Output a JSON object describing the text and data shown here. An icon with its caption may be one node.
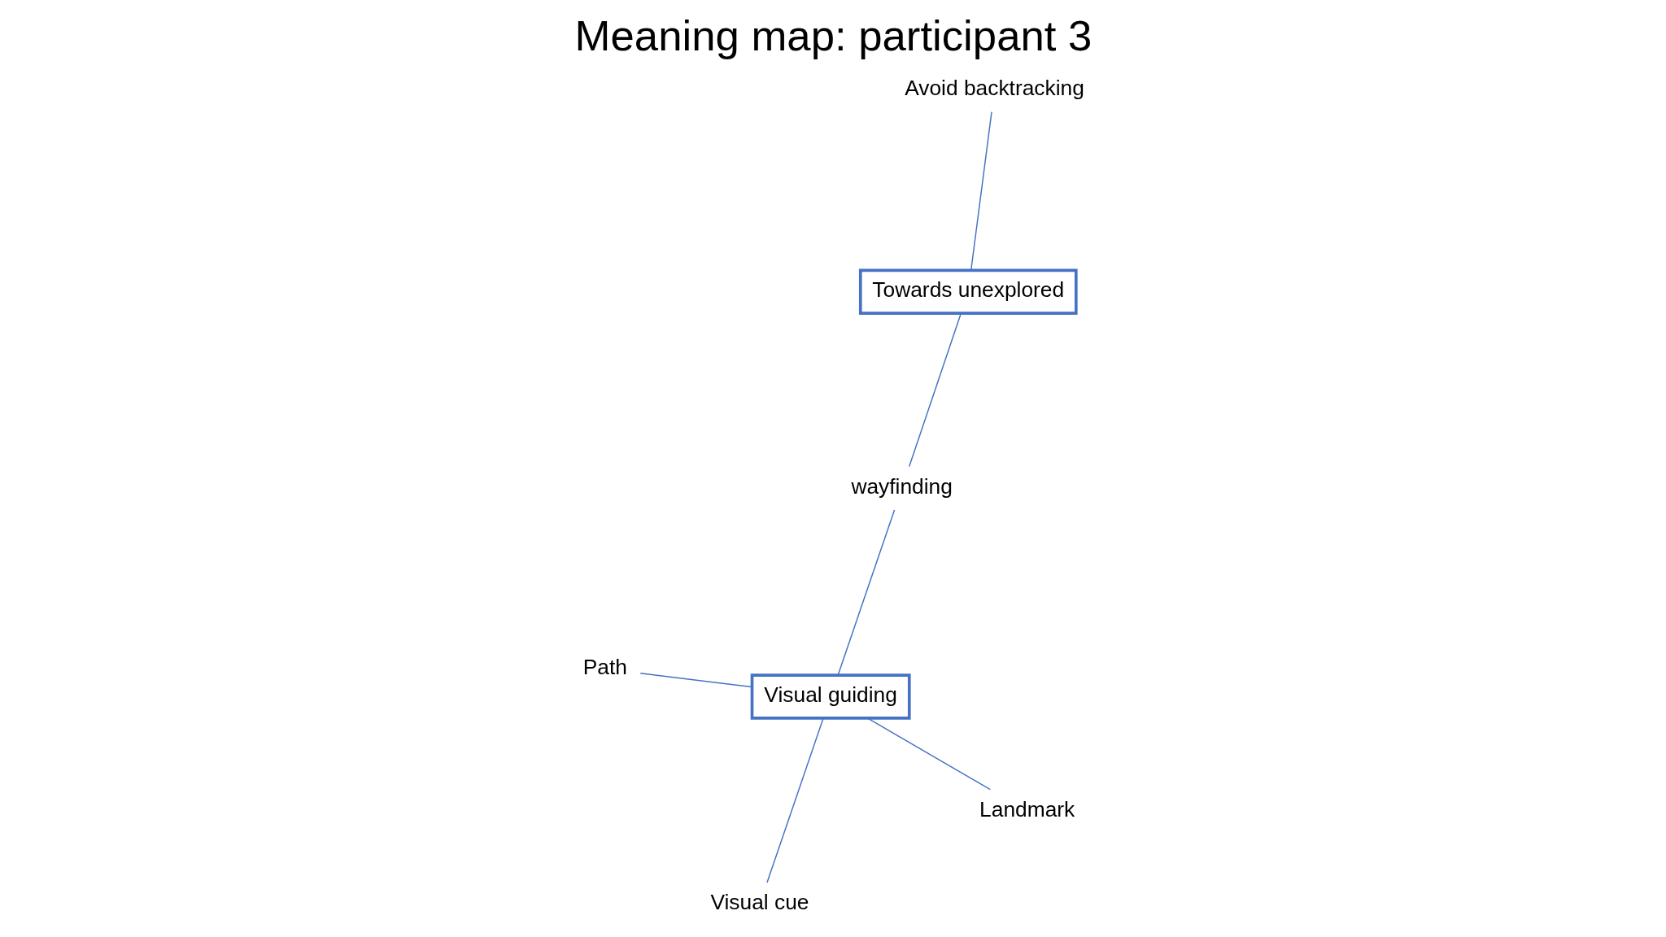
{
  "diagram": {
    "title": "Meaning map: participant 3",
    "nodes": [
      {
        "text": [
          "Avoid backtracking"
        ]
      },
      {
        "text": [
          "Towards unexplored"
        ]
      },
      {
        "text": [
          "Landmark"
        ]
      },
      {
        "text": [
          "wayfinding"
        ]
      },
      {
        "text": [
          "Visual guiding"
        ]
      },
      {
        "text": [
          "Path"
        ]
      },
      {
        "text": [
          "Visual cue"
        ]
      }
    ],
    "edges": [
      {
        "from": 1,
        "to": 0,
        "arrow": "none"
      },
      {
        "from": 3,
        "to": 1,
        "arrow": "none"
      },
      {
        "from": 4,
        "to": 3,
        "arrow": "none"
      },
      {
        "from": 2,
        "to": 4,
        "arrow": "none"
      },
      {
        "from": 4,
        "to": 5,
        "arrow": "none"
      },
      {
        "from": 4,
        "to": 6,
        "arrow": "none"
      }
    ]
  }
}
